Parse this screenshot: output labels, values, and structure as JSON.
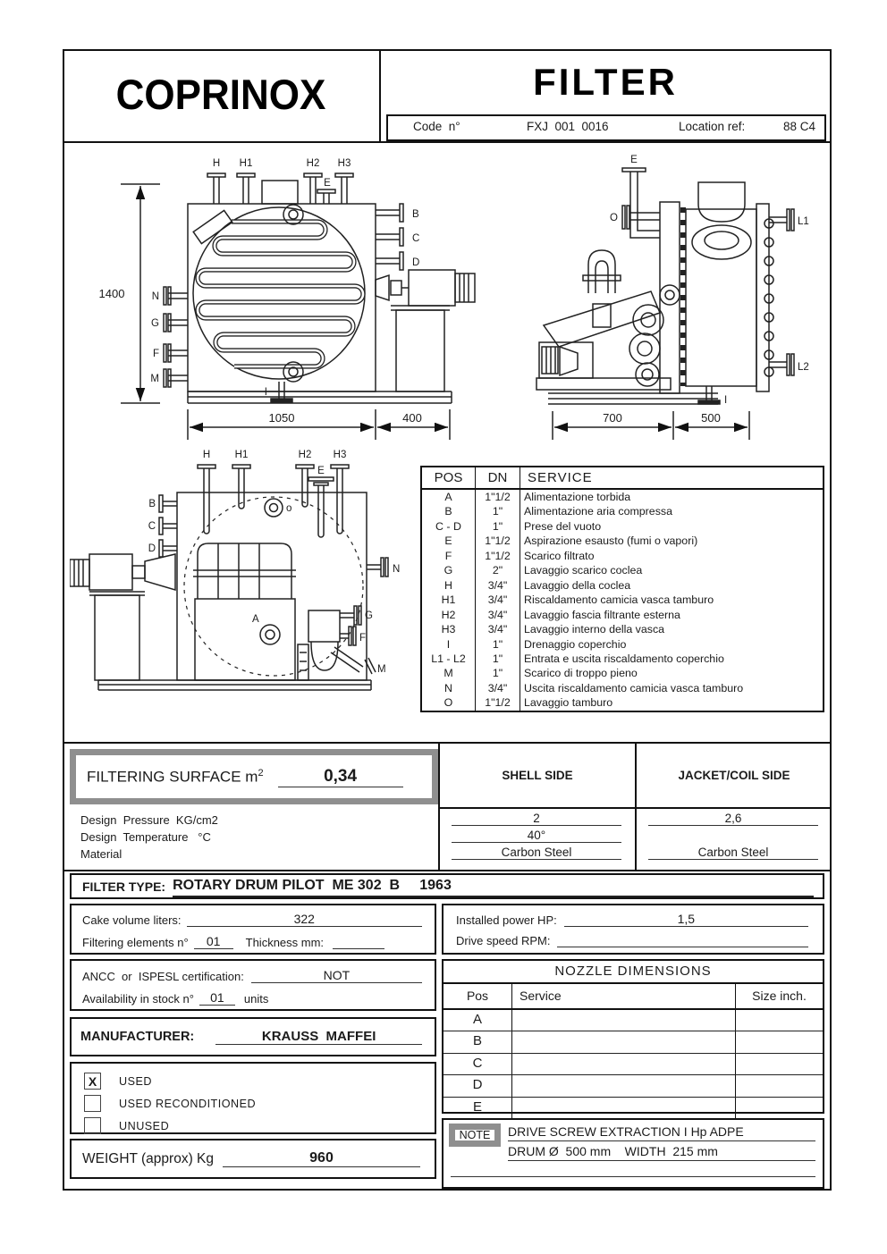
{
  "header": {
    "logo": "COPRINOX",
    "title": "FILTER",
    "code_label": "Code  n°",
    "code_value": "FXJ  001  0016",
    "location_label": "Location ref:",
    "location_value": "88 C4"
  },
  "drawings": {
    "front_view": {
      "height_dim": "1400",
      "width_dim": "1050",
      "motor_dim": "400",
      "top_labels": [
        "H",
        "H1",
        "H2",
        "E",
        "H3"
      ],
      "right_labels": [
        "B",
        "C",
        "D"
      ],
      "left_labels": [
        "N",
        "G",
        "F",
        "M"
      ],
      "bottom_label": "I"
    },
    "side_view": {
      "screw_dim": "700",
      "drum_dim": "500",
      "top_label": "E",
      "o_label": "O",
      "l1_label": "L1",
      "l2_label": "L2",
      "i_label": "I"
    },
    "top_view": {
      "top_labels": [
        "H",
        "H1",
        "H2",
        "E",
        "H3"
      ],
      "left_labels": [
        "B",
        "C",
        "D"
      ],
      "right_labels": [
        "N",
        "G",
        "F",
        "M"
      ],
      "a_label": "A",
      "o_label": "o"
    }
  },
  "service_table": {
    "headers": [
      "POS",
      "DN",
      "SERVICE"
    ],
    "rows": [
      [
        "A",
        "1\"1/2",
        "Alimentazione torbida"
      ],
      [
        "B",
        "1\"",
        "Alimentazione aria compressa"
      ],
      [
        "C - D",
        "1\"",
        "Prese del vuoto"
      ],
      [
        "E",
        "1\"1/2",
        "Aspirazione esausto (fumi o vapori)"
      ],
      [
        "F",
        "1\"1/2",
        "Scarico filtrato"
      ],
      [
        "G",
        "2\"",
        "Lavaggio scarico coclea"
      ],
      [
        "H",
        "3/4\"",
        "Lavaggio della coclea"
      ],
      [
        "H1",
        "3/4\"",
        "Riscaldamento camicia vasca tamburo"
      ],
      [
        "H2",
        "3/4\"",
        "Lavaggio fascia filtrante esterna"
      ],
      [
        "H3",
        "3/4\"",
        "Lavaggio interno della vasca"
      ],
      [
        "I",
        "1\"",
        "Drenaggio coperchio"
      ],
      [
        "L1 - L2",
        "1\"",
        "Entrata e uscita riscaldamento coperchio"
      ],
      [
        "M",
        "1\"",
        "Scarico di troppo pieno"
      ],
      [
        "N",
        "3/4\"",
        "Uscita riscaldamento camicia vasca tamburo"
      ],
      [
        "O",
        "1\"1/2",
        "Lavaggio tamburo"
      ]
    ]
  },
  "filtering_surface": {
    "label": "FILTERING SURFACE m",
    "sup": "2",
    "value": "0,34"
  },
  "design_table": {
    "headers": [
      "SHELL SIDE",
      "JACKET/COIL SIDE"
    ],
    "row_labels": [
      "Design  Pressure  KG/cm2",
      "Design  Temperature   °C",
      "Material"
    ],
    "shell_values": [
      "2",
      "40°",
      "Carbon Steel"
    ],
    "jacket_values": [
      "2,6",
      "",
      "Carbon Steel"
    ]
  },
  "filter_type": {
    "label": "FILTER TYPE:",
    "value": "ROTARY DRUM PILOT  ME 302  B     1963"
  },
  "specs": {
    "cake_volume_label": "Cake volume liters:",
    "cake_volume_value": "322",
    "filtering_elements_label": "Filtering elements n°",
    "filtering_elements_value": "01",
    "thickness_label": "Thickness mm:",
    "thickness_value": "",
    "installed_power_label": "Installed power HP:",
    "installed_power_value": "1,5",
    "drive_speed_label": "Drive speed RPM:",
    "drive_speed_value": ""
  },
  "certification": {
    "ancc_label": "ANCC  or  ISPESL certification:",
    "ancc_value": "NOT",
    "availability_label": "Availability in stock n°",
    "availability_value": "01",
    "availability_units": "units"
  },
  "manufacturer": {
    "label": "MANUFACTURER:",
    "value": "KRAUSS  MAFFEI"
  },
  "condition": {
    "options": [
      {
        "label": "USED",
        "checked": "X"
      },
      {
        "label": "USED RECONDITIONED",
        "checked": ""
      },
      {
        "label": "UNUSED",
        "checked": ""
      }
    ]
  },
  "weight": {
    "label": "WEIGHT (approx) Kg",
    "value": "960"
  },
  "nozzle_dimensions": {
    "title": "NOZZLE  DIMENSIONS",
    "headers": [
      "Pos",
      "Service",
      "Size inch."
    ],
    "rows": [
      "A",
      "B",
      "C",
      "D",
      "E"
    ]
  },
  "note": {
    "label": "NOTE",
    "line1": "DRIVE SCREW EXTRACTION I Hp ADPE",
    "line2": "DRUM Ø  500 mm    WIDTH  215 mm"
  }
}
